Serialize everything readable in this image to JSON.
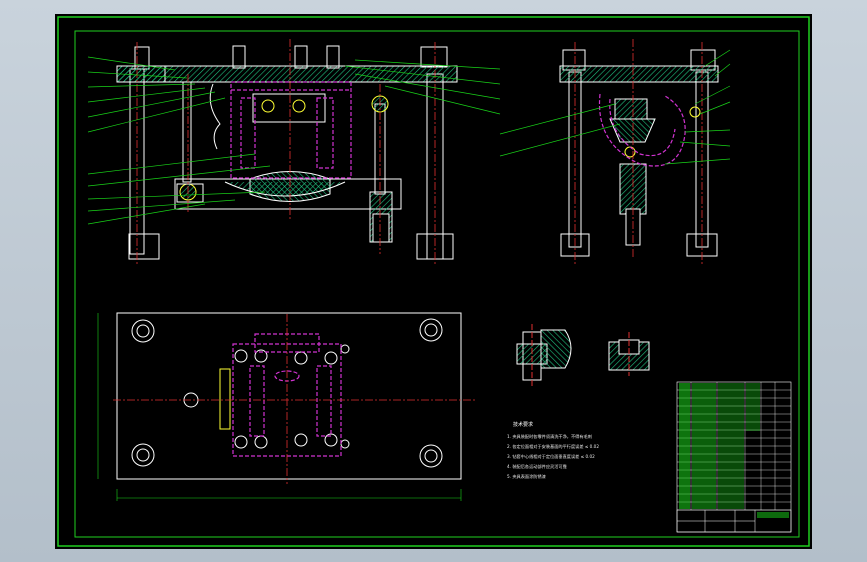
{
  "drawing": {
    "colors": {
      "background": "#000000",
      "frame": "#1fcf1f",
      "outline": "#ffffff",
      "hidden": "#d033d0",
      "centerline": "#e03030",
      "hatch": "#1fbf7f",
      "leader": "#19d319",
      "highlight": "#ffff33"
    },
    "tech_notes": {
      "title": "技术要求",
      "lines": [
        "1. 夹具装配时各零件须清洗干净，不得有毛刺",
        "2. 各定位面相对于安装基面的平行度误差 ≤ 0.02",
        "3. 钻套中心线相对于定位面垂直度误差 ≤ 0.02",
        "4. 装配后各运动部件应灵活可靠",
        "5. 夹具表面涂防锈漆"
      ]
    }
  }
}
